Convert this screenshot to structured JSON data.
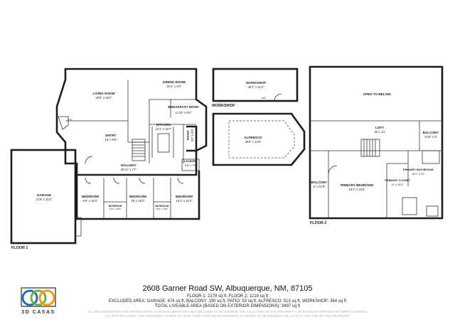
{
  "rooms": {
    "living": {
      "name": "LIVING ROOM",
      "dim": "29'5\" x 18'2\""
    },
    "dining": {
      "name": "DINING ROOM",
      "dim": "15'1\" x 9'4\""
    },
    "breakfast": {
      "name": "BREAKFAST NOOK",
      "dim": "11'10\" x 8'5\""
    },
    "kitchen": {
      "name": "KITCHEN",
      "dim": "12'1\" x 18'7\""
    },
    "entry": {
      "name": "ENTRY",
      "dim": "15' x 9'6\""
    },
    "patio": {
      "name": "PATIO",
      "dim": "5'5\" x 8'9\""
    },
    "hallway": {
      "name": "HALLWAY",
      "dim": "35'11\" x 7'7\""
    },
    "laundry": {
      "name": "LAUNDRY",
      "dim": "6'6\" x 7'5\""
    },
    "garage": {
      "name": "GARAGE",
      "dim": "21'6\" x 31'2\""
    },
    "bed1": {
      "name": "BEDROOM",
      "dim": "9'9\" x 15'3\""
    },
    "bath1": {
      "name": "BATHROOM",
      "dim": "4'10\" x 10'9\""
    },
    "bed2": {
      "name": "BEDROOM",
      "dim": "10' x 15'3\""
    },
    "bath2": {
      "name": "BATHROOM",
      "dim": "5'10\" x 10'9\""
    },
    "bed3": {
      "name": "BEDROOM",
      "dim": "10'1\" x 15'3\""
    },
    "workshop": {
      "name": "WORKSHOP",
      "dim": "29'1\" x 11'2\""
    },
    "workshop_tag": {
      "name": "WORKSHOP"
    },
    "alfresco": {
      "name": "ALFRESCO",
      "dim": "35'5\" x 14'5\""
    },
    "open_below": {
      "name": "OPEN TO BELOW"
    },
    "loft": {
      "name": "LOFT",
      "dim": "32' x 13'"
    },
    "balcony_right": {
      "name": "BALCONY",
      "dim": "5'10\" x 9'"
    },
    "balcony_left": {
      "name": "BALCONY",
      "dim": "6' x 22'8\""
    },
    "primary_bedroom": {
      "name": "PRIMARY BEDROOM",
      "dim": "19'1\" x 18'9\""
    },
    "primary_closet": {
      "name": "PRIMARY CLOSET",
      "dim": "11' x 15'4\""
    },
    "primary_bathroom": {
      "name": "PRIMARY BATHROOM",
      "dim": "18'1\" x 23'"
    }
  },
  "fixtures": {
    "fp": "FP",
    "ac": "A/C"
  },
  "floors": {
    "floor1": "FLOOR 1",
    "floor2": "FLOOR 2"
  },
  "footer": {
    "address": "2608 Garner Road SW, Albuquerque, NM, 87105",
    "line1": "FLOOR 1: 2278 sq ft, FLOOR 2: 1219 sq ft",
    "line2": "EXCLUDED AREA: GARAGE: 674 sq ft, BALCONY: 190 sq ft, PATIO: 53 sq ft, ALFRESCO: 513 sq ft, WORKSHOP: 364 sq ft",
    "line3": "TOTAL LIVEABLE AREA (BASED ON EXTERIOR DIMENSIONS): 3497 sq ft",
    "disclaimer1": "ALL MEASUREMENTS ARE APPROXIMATE. THIS DOCUMENT MAY NOT BE USED TO DETERMINE THE VALUATION OF THE PROPERTY OR ESTIMATE REPAIRS OR IMPROVEMENTS.",
    "disclaimer2": "ALL PARTIES USING THIS DOCUMENT AGREE TO TAKE THEIR OWN MEASUREMENTS IN ORDER TO DETERMINE THE LAYOUT AND SIZE OF THE PROPERTY."
  },
  "brand": {
    "name": "3D CASAS",
    "colors": {
      "blue": "#1f6fb5",
      "green": "#6ab04c",
      "orange": "#f39c12",
      "gray": "#555555"
    }
  }
}
